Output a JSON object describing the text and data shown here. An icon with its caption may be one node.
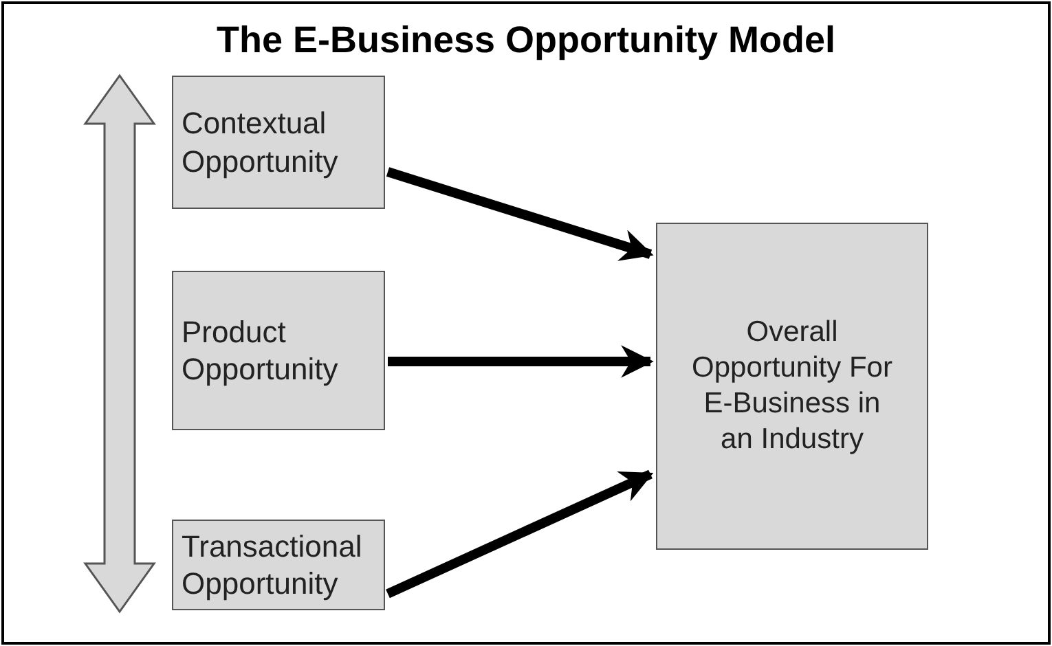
{
  "diagram": {
    "title": "The E-Business Opportunity Model",
    "nodes": [
      {
        "text": [
          "Contextual Opportunity"
        ]
      },
      {
        "text": [
          "Product Opportunity"
        ]
      },
      {
        "text": [
          "Transactional Opportunity"
        ]
      },
      {
        "text": [
          "Overall Opportunity For E-Business in an Industry"
        ]
      }
    ],
    "edges": [
      {
        "from": 0,
        "to": 3,
        "arrow": "to"
      },
      {
        "from": 1,
        "to": 3,
        "arrow": "to"
      },
      {
        "from": 2,
        "to": 3,
        "arrow": "to"
      }
    ]
  }
}
